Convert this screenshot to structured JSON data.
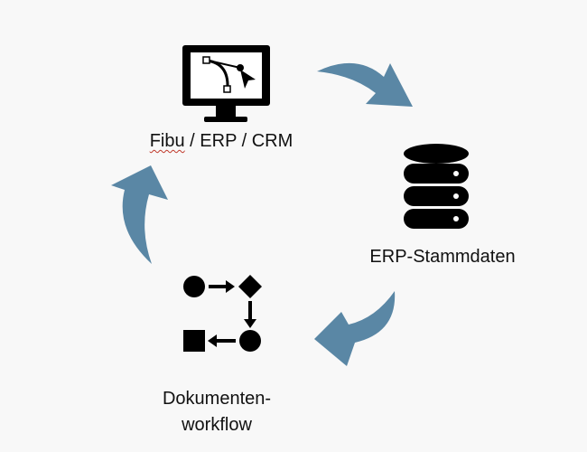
{
  "nodes": {
    "fibu": {
      "word1": "Fibu",
      "rest": " / ERP / CRM"
    },
    "stamm": {
      "label": "ERP-Stammdaten"
    },
    "doku": {
      "line1": "Dokumenten-",
      "line2": "workflow"
    }
  },
  "colors": {
    "arrow": "#5a87a5",
    "icon": "#000000"
  },
  "icons": [
    "monitor-bezier-icon",
    "database-icon",
    "workflow-icon"
  ]
}
